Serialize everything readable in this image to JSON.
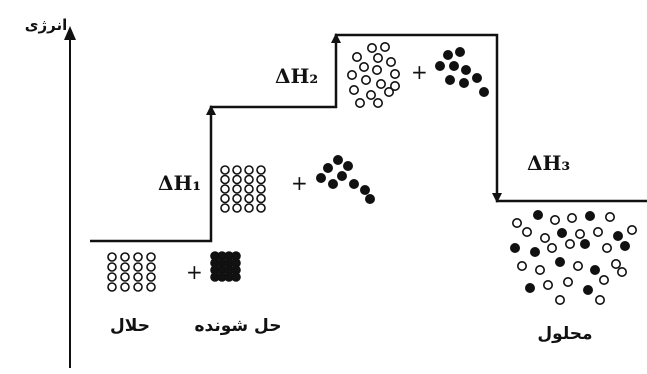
{
  "axis": {
    "label": "انرژی"
  },
  "steps": {
    "dh1": "ΔH₁",
    "dh2": "ΔH₂",
    "dh3": "ΔH₃"
  },
  "species": {
    "solvent": "حلال",
    "solute": "حل شونده",
    "solution": "محلول"
  },
  "symbols": {
    "plus": "+"
  }
}
